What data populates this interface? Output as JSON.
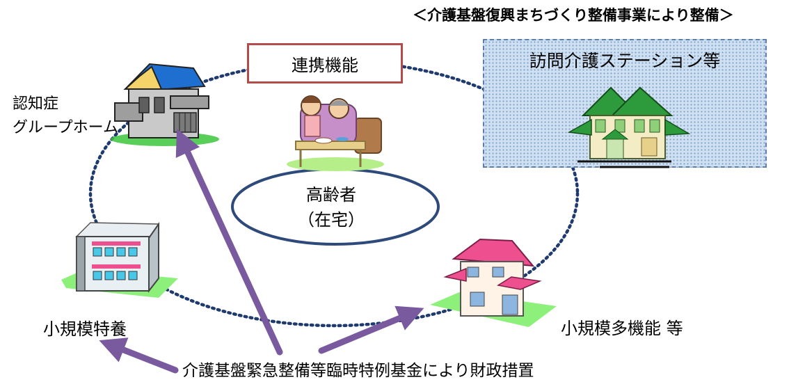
{
  "header_note": "＜介護基盤復興まちづくり整備事業により整備＞",
  "station": {
    "label": "訪問介護ステーション等"
  },
  "cooperation": {
    "label": "連携機能"
  },
  "elderly": {
    "line1": "高齢者",
    "line2": "（在宅）"
  },
  "group_home": {
    "line1": "認知症",
    "line2": "グループホーム"
  },
  "small_nursing": {
    "label": "小規模特養"
  },
  "multi_function": {
    "label": "小規模多機能 等"
  },
  "funding": {
    "label": "介護基盤緊急整備等臨時特例基金により財政措置"
  },
  "colors": {
    "dotted_ring": "#1f3a6e",
    "center_ellipse": "#2e4a7a",
    "arrow": "#7a5a9e",
    "coop_border": "#b44b4b",
    "station_fill": "#cfe0f2",
    "station_border": "#5b7fa6"
  },
  "icons": [
    "group-home-house-icon",
    "elderly-couple-icon",
    "visiting-station-house-icon",
    "small-nursing-building-icon",
    "multi-function-house-icon"
  ]
}
